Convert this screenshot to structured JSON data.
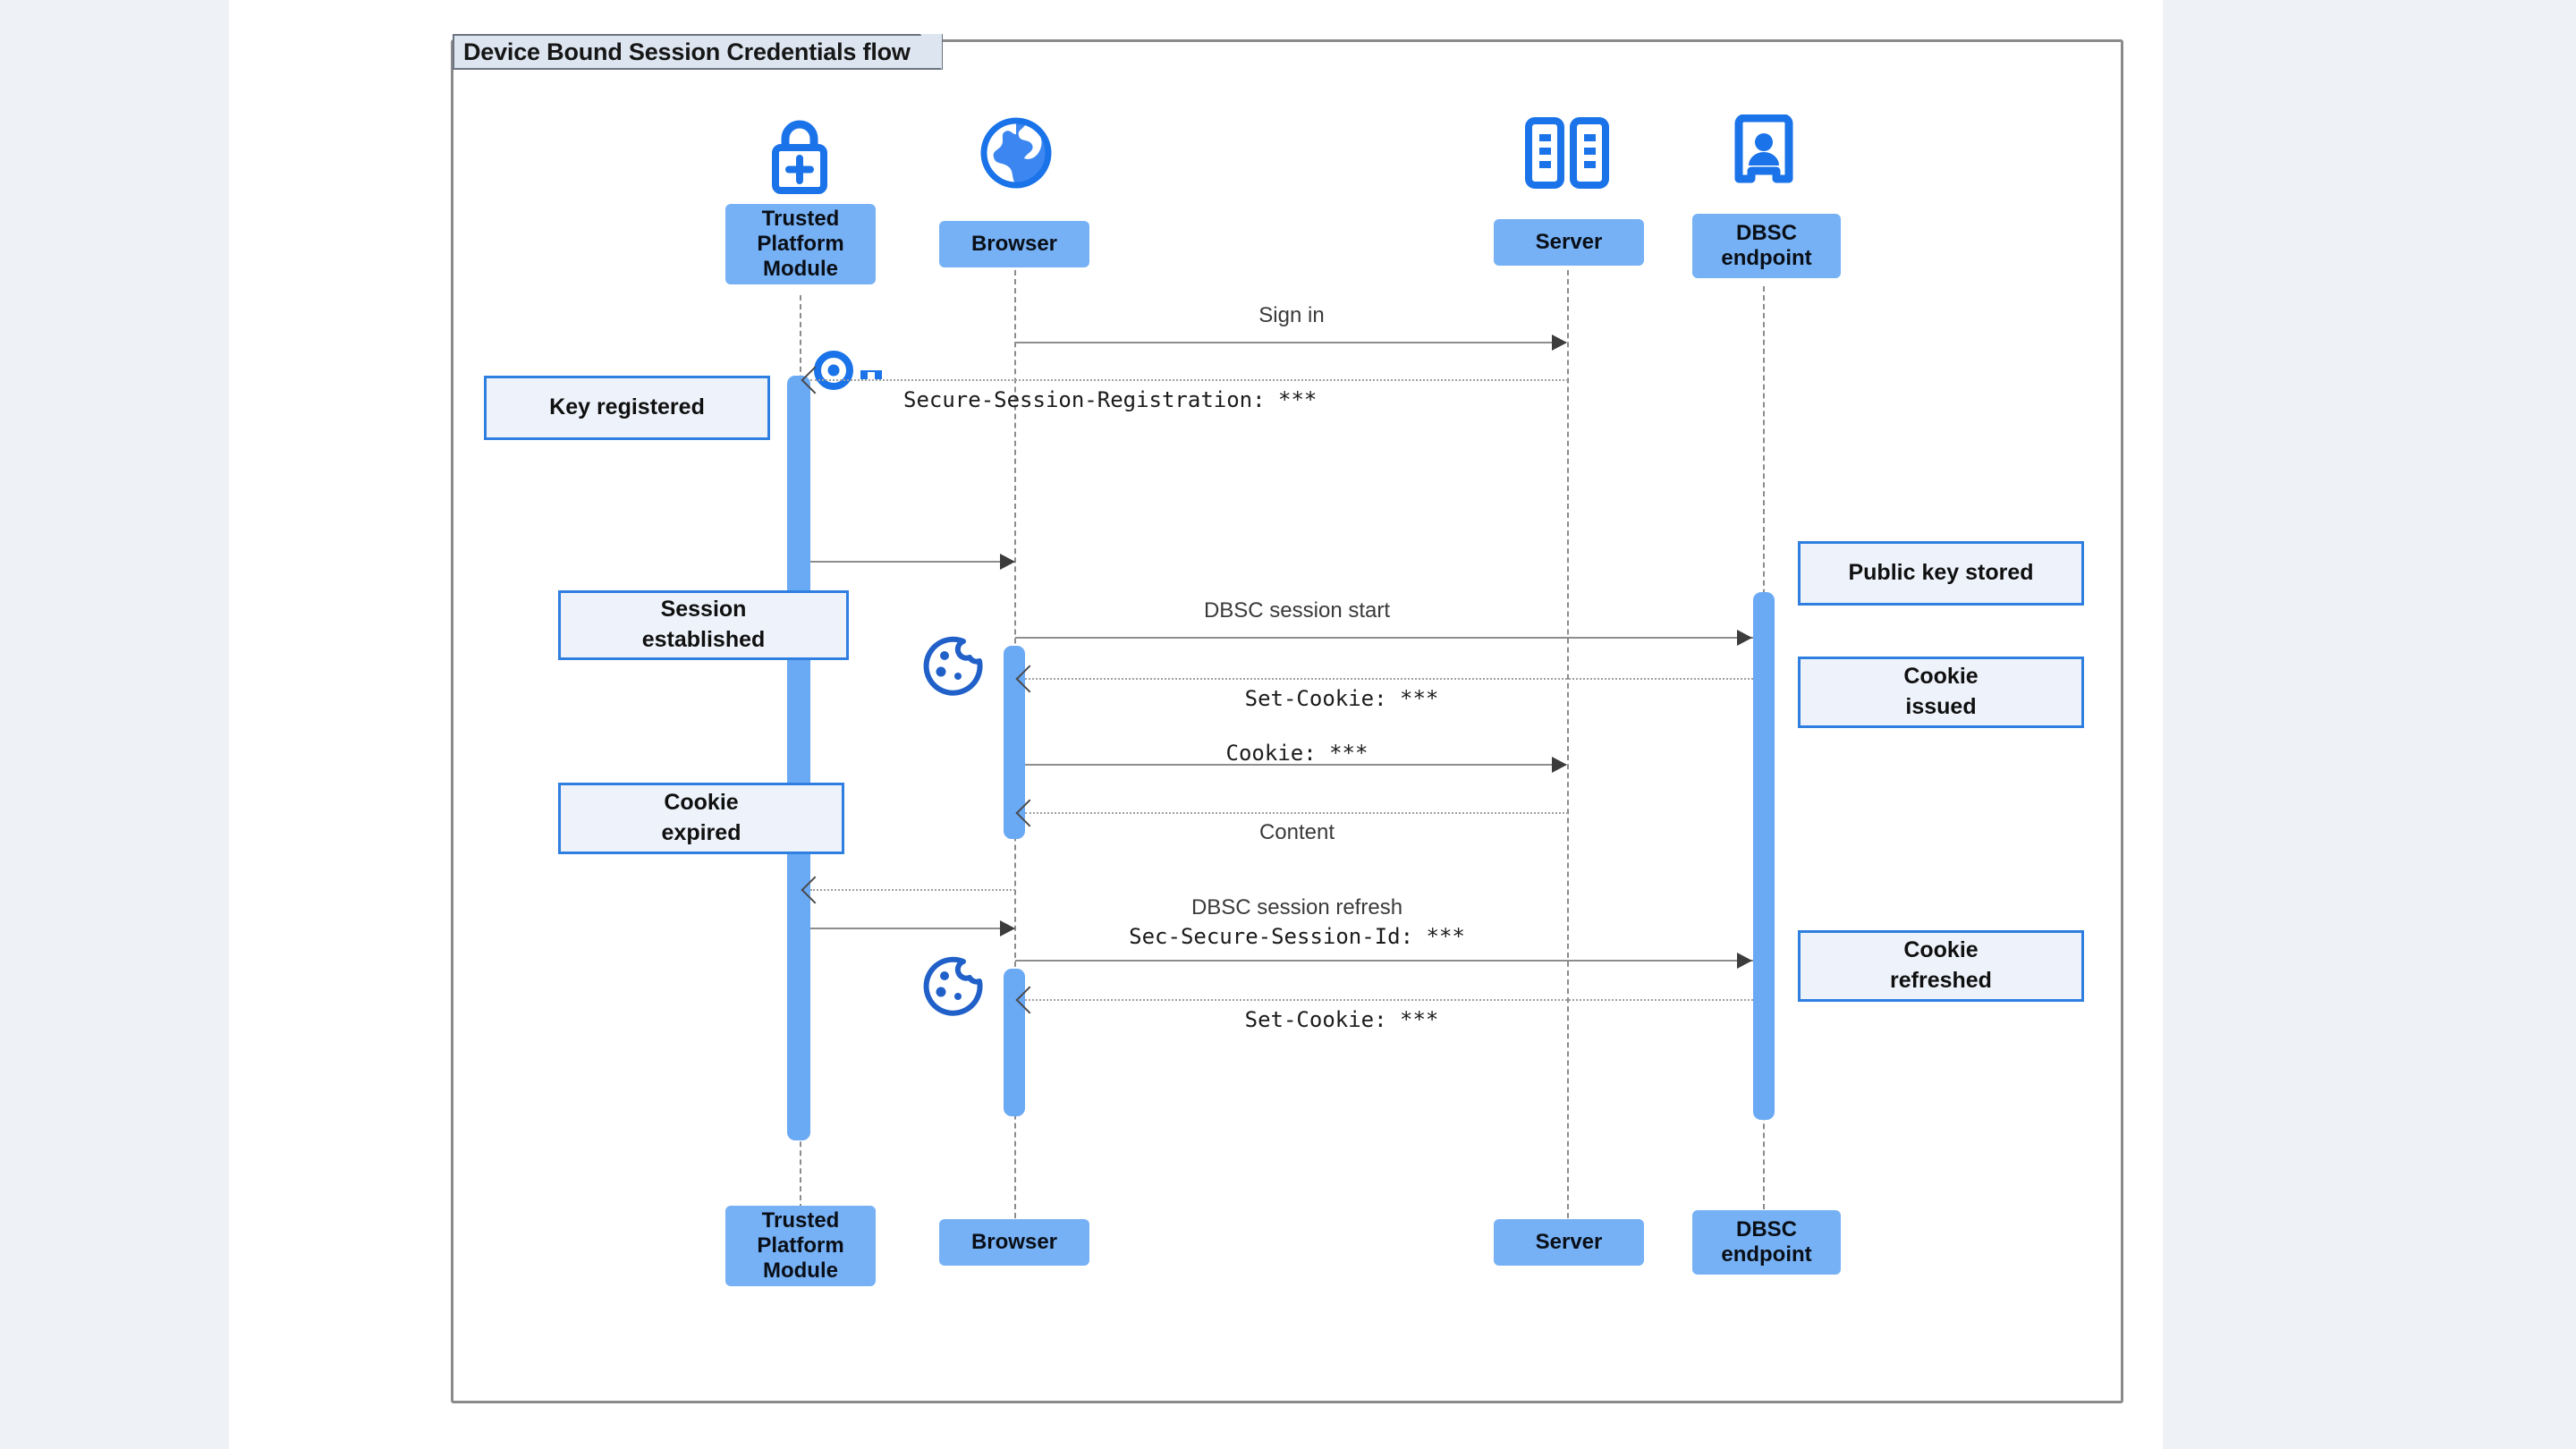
{
  "diagram": {
    "title": "Device Bound Session Credentials flow",
    "type": "sequence-diagram"
  },
  "colors": {
    "participant_fill": "#76b1f5",
    "activation_fill": "#6aa9f4",
    "note_fill": "#eef3fb",
    "note_border": "#2f7fe0",
    "icon_blue": "#1a73e8",
    "frame_border": "#8a8a8a",
    "frame_tab_fill": "#dde5f0",
    "lifeline": "#8c8c8c",
    "page_background": "#eef1f6",
    "paper": "#ffffff"
  },
  "participants": [
    {
      "id": "tpm",
      "label": "Trusted\nPlatform\nModule",
      "icon": "lock-plus-icon"
    },
    {
      "id": "browser",
      "label": "Browser",
      "icon": "globe-icon"
    },
    {
      "id": "server",
      "label": "Server",
      "icon": "server-racks-icon"
    },
    {
      "id": "dbsc",
      "label": "DBSC\nendpoint",
      "icon": "id-badge-icon"
    }
  ],
  "messages": [
    {
      "id": "m1",
      "label": "Sign in",
      "style": "solid",
      "mono": false,
      "from": "browser",
      "to": "server"
    },
    {
      "id": "m2",
      "label": "Secure-Session-Registration: ***",
      "style": "dotted",
      "mono": true,
      "from": "server",
      "to": "tpm"
    },
    {
      "id": "m3",
      "label": "",
      "style": "solid",
      "mono": false,
      "from": "tpm",
      "to": "browser"
    },
    {
      "id": "m4",
      "label": "DBSC session start",
      "style": "solid",
      "mono": false,
      "from": "browser",
      "to": "dbsc"
    },
    {
      "id": "m5",
      "label": "Set-Cookie: ***",
      "style": "dotted",
      "mono": true,
      "from": "dbsc",
      "to": "browser"
    },
    {
      "id": "m6",
      "label": "Cookie: ***",
      "style": "solid",
      "mono": true,
      "from": "browser",
      "to": "server"
    },
    {
      "id": "m7",
      "label": "Content",
      "style": "dotted",
      "mono": false,
      "from": "server",
      "to": "browser"
    },
    {
      "id": "m8",
      "label": "",
      "style": "dotted",
      "mono": false,
      "from": "browser",
      "to": "tpm"
    },
    {
      "id": "m9",
      "label": "DBSC session refresh\nSec-Secure-Session-Id: ***",
      "style": "solid",
      "mono": true,
      "from": "browser",
      "to": "dbsc"
    },
    {
      "id": "m10",
      "label": "Set-Cookie: ***",
      "style": "dotted",
      "mono": true,
      "from": "dbsc",
      "to": "browser"
    }
  ],
  "message_labels": {
    "sign_in": "Sign in",
    "secure_session_registration": "Secure-Session-Registration: ***",
    "dbsc_session_start": "DBSC session start",
    "set_cookie_1": "Set-Cookie: ***",
    "cookie_send": "Cookie: ***",
    "content": "Content",
    "dbsc_session_refresh": "DBSC session refresh",
    "sec_secure_session_id": "Sec-Secure-Session-Id: ***",
    "set_cookie_2": "Set-Cookie: ***"
  },
  "notes_left": [
    {
      "id": "key-registered",
      "label": "Key registered"
    },
    {
      "id": "session-established",
      "label": "Session\nestablished"
    },
    {
      "id": "cookie-expired",
      "label": "Cookie\nexpired"
    }
  ],
  "notes_right": [
    {
      "id": "public-key-stored",
      "label": "Public key stored"
    },
    {
      "id": "cookie-issued",
      "label": "Cookie\nissued"
    },
    {
      "id": "cookie-refreshed",
      "label": "Cookie\nrefreshed"
    }
  ],
  "inline_icons": [
    {
      "id": "key-icon",
      "name": "key-icon"
    },
    {
      "id": "cookie-icon-1",
      "name": "cookie-icon"
    },
    {
      "id": "cookie-icon-2",
      "name": "cookie-icon"
    }
  ]
}
